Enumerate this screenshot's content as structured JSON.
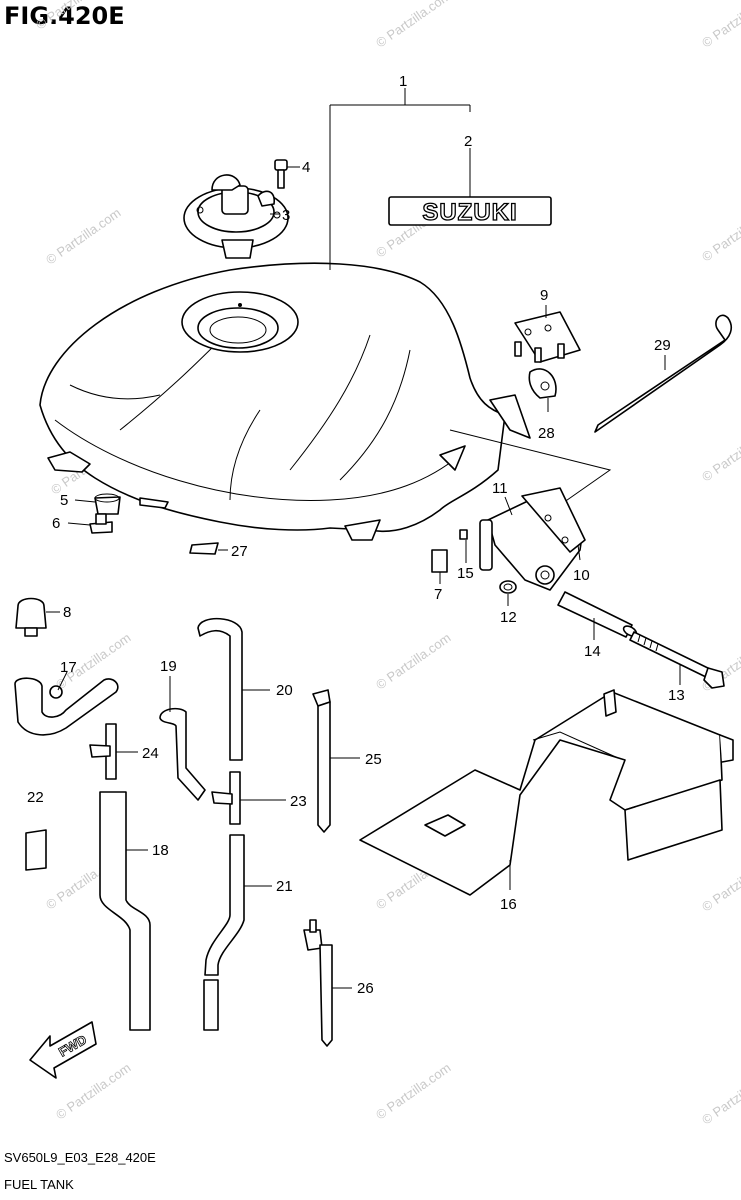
{
  "figure": {
    "title": "FIG.420E",
    "code": "SV650L9_E03_E28_420E",
    "name": "FUEL TANK"
  },
  "badge": {
    "text": "SUZUKI"
  },
  "fwd": {
    "text": "FWD"
  },
  "watermark": {
    "text": "© Partzilla.com"
  },
  "callouts": [
    "1",
    "2",
    "3",
    "4",
    "5",
    "6",
    "7",
    "8",
    "9",
    "10",
    "11",
    "12",
    "13",
    "14",
    "15",
    "16",
    "17",
    "18",
    "19",
    "20",
    "21",
    "22",
    "23",
    "24",
    "25",
    "26",
    "27",
    "28",
    "29"
  ]
}
